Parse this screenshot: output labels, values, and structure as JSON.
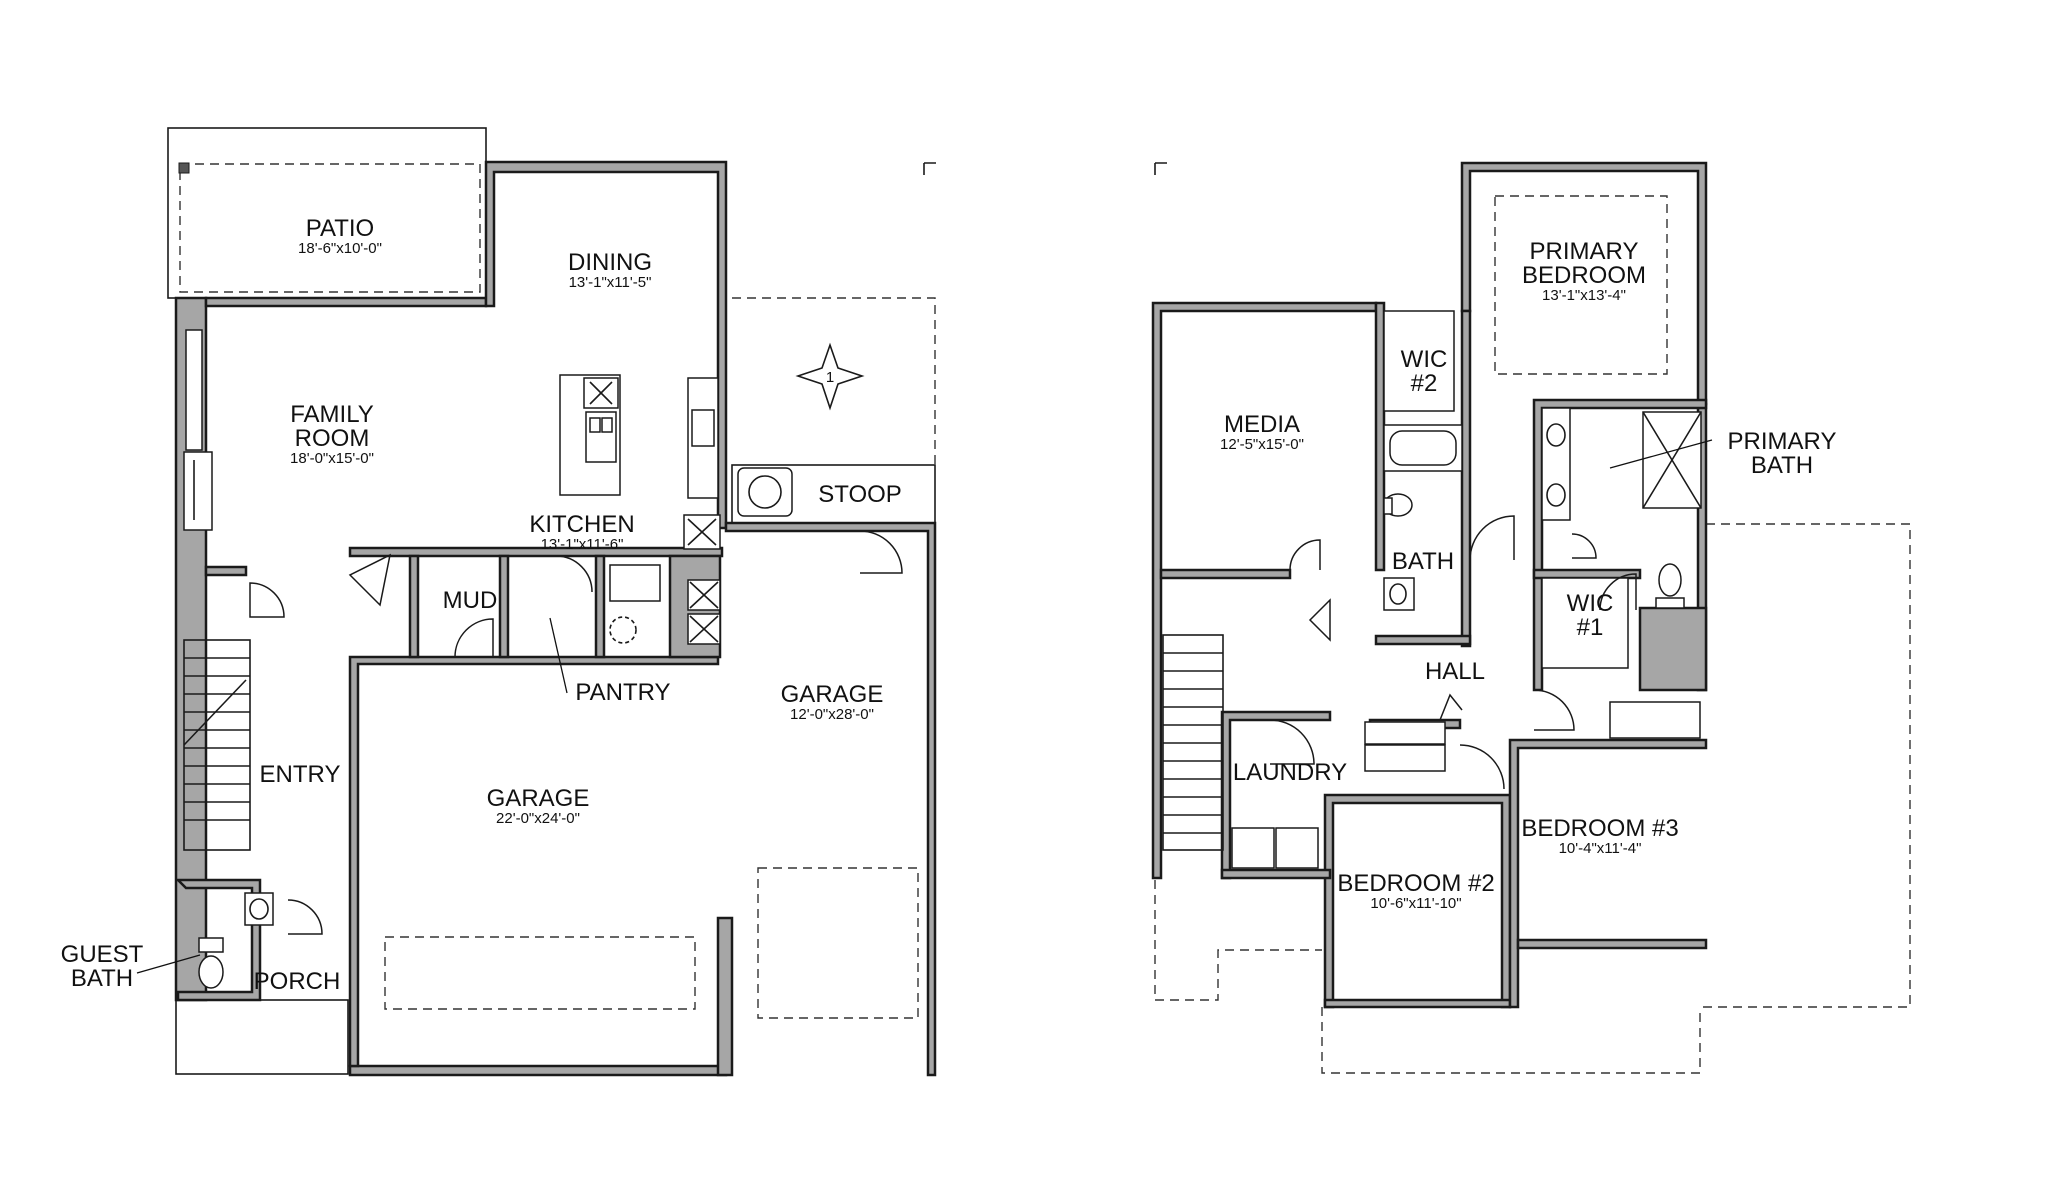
{
  "first_floor": {
    "patio": {
      "name": "PATIO",
      "dim": "18'-6\"x10'-0\""
    },
    "dining": {
      "name": "DINING",
      "dim": "13'-1\"x11'-5\""
    },
    "family_room": {
      "name_line1": "FAMILY",
      "name_line2": "ROOM",
      "dim": "18'-0\"x15'-0\""
    },
    "kitchen": {
      "name": "KITCHEN",
      "dim": "13'-1\"x11'-6\""
    },
    "mud": {
      "name": "MUD"
    },
    "pantry": {
      "name": "PANTRY"
    },
    "stoop": {
      "name": "STOOP"
    },
    "garage_main": {
      "name": "GARAGE",
      "dim": "22'-0\"x24'-0\""
    },
    "garage_side": {
      "name": "GARAGE",
      "dim": "12'-0\"x28'-0\""
    },
    "entry": {
      "name": "ENTRY"
    },
    "guest_bath": {
      "name_line1": "GUEST",
      "name_line2": "BATH"
    },
    "porch": {
      "name": "PORCH"
    },
    "marker": {
      "label": "1"
    }
  },
  "second_floor": {
    "primary_bedroom": {
      "name_line1": "PRIMARY",
      "name_line2": "BEDROOM",
      "dim": "13'-1\"x13'-4\""
    },
    "wic2": {
      "name_line1": "WIC",
      "name_line2": "#2"
    },
    "media": {
      "name": "MEDIA",
      "dim": "12'-5\"x15'-0\""
    },
    "primary_bath": {
      "name_line1": "PRIMARY",
      "name_line2": "BATH"
    },
    "bath": {
      "name": "BATH"
    },
    "wic1": {
      "name_line1": "WIC",
      "name_line2": "#1"
    },
    "hall": {
      "name": "HALL"
    },
    "laundry": {
      "name": "LAUNDRY"
    },
    "bedroom3": {
      "name": "BEDROOM #3",
      "dim": "10'-4\"x11'-4\""
    },
    "bedroom2": {
      "name": "BEDROOM #2",
      "dim": "10'-6\"x11'-10\""
    }
  },
  "colors": {
    "wall_fill": "#a6a6a6",
    "line": "#1a1a1a",
    "background": "#ffffff"
  }
}
